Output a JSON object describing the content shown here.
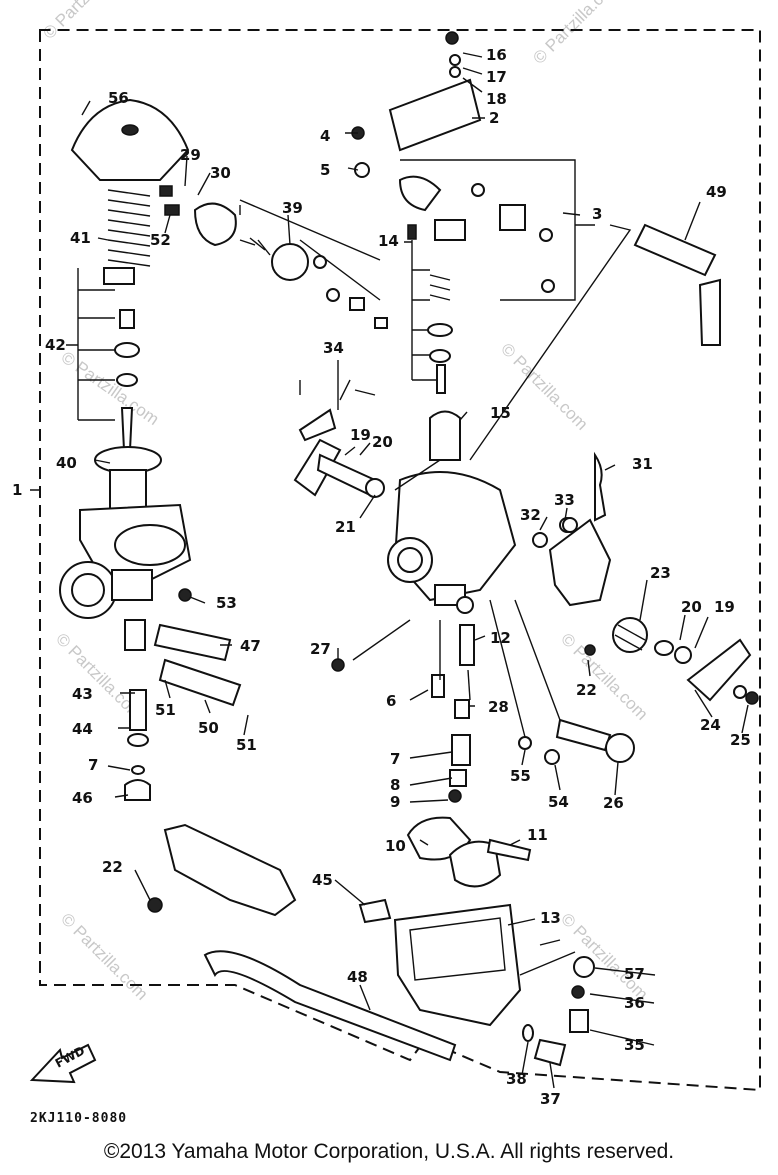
{
  "diagram": {
    "diagram_code": "2KJ110-8080",
    "fwd_label": "FWD",
    "copyright": "©2013 Yamaha Motor Corporation, U.S.A. All rights reserved.",
    "watermark": "© Partzilla.com",
    "callouts": [
      {
        "id": "c16",
        "label": "16"
      },
      {
        "id": "c17",
        "label": "17"
      },
      {
        "id": "c18",
        "label": "18"
      },
      {
        "id": "c2",
        "label": "2"
      },
      {
        "id": "c4",
        "label": "4"
      },
      {
        "id": "c5",
        "label": "5"
      },
      {
        "id": "c3",
        "label": "3"
      },
      {
        "id": "c49",
        "label": "49"
      },
      {
        "id": "c56",
        "label": "56"
      },
      {
        "id": "c29",
        "label": "29"
      },
      {
        "id": "c30",
        "label": "30"
      },
      {
        "id": "c52",
        "label": "52"
      },
      {
        "id": "c39",
        "label": "39"
      },
      {
        "id": "c41",
        "label": "41"
      },
      {
        "id": "c14",
        "label": "14"
      },
      {
        "id": "c42",
        "label": "42"
      },
      {
        "id": "c34",
        "label": "34"
      },
      {
        "id": "c15",
        "label": "15"
      },
      {
        "id": "c19a",
        "label": "19"
      },
      {
        "id": "c20a",
        "label": "20"
      },
      {
        "id": "c40",
        "label": "40"
      },
      {
        "id": "c1",
        "label": "1"
      },
      {
        "id": "c21",
        "label": "21"
      },
      {
        "id": "c31",
        "label": "31"
      },
      {
        "id": "c32",
        "label": "32"
      },
      {
        "id": "c33",
        "label": "33"
      },
      {
        "id": "c53",
        "label": "53"
      },
      {
        "id": "c23",
        "label": "23"
      },
      {
        "id": "c20b",
        "label": "20"
      },
      {
        "id": "c19b",
        "label": "19"
      },
      {
        "id": "c47",
        "label": "47"
      },
      {
        "id": "c27",
        "label": "27"
      },
      {
        "id": "c12",
        "label": "12"
      },
      {
        "id": "c22a",
        "label": "22"
      },
      {
        "id": "c43",
        "label": "43"
      },
      {
        "id": "c51a",
        "label": "51"
      },
      {
        "id": "c6",
        "label": "6"
      },
      {
        "id": "c28",
        "label": "28"
      },
      {
        "id": "c24",
        "label": "24"
      },
      {
        "id": "c25",
        "label": "25"
      },
      {
        "id": "c50",
        "label": "50"
      },
      {
        "id": "c44",
        "label": "44"
      },
      {
        "id": "c51b",
        "label": "51"
      },
      {
        "id": "c7a",
        "label": "7"
      },
      {
        "id": "c7b",
        "label": "7"
      },
      {
        "id": "c8",
        "label": "8"
      },
      {
        "id": "c55",
        "label": "55"
      },
      {
        "id": "c46",
        "label": "46"
      },
      {
        "id": "c54",
        "label": "54"
      },
      {
        "id": "c26",
        "label": "26"
      },
      {
        "id": "c9",
        "label": "9"
      },
      {
        "id": "c10",
        "label": "10"
      },
      {
        "id": "c11",
        "label": "11"
      },
      {
        "id": "c22b",
        "label": "22"
      },
      {
        "id": "c45",
        "label": "45"
      },
      {
        "id": "c13",
        "label": "13"
      },
      {
        "id": "c57",
        "label": "57"
      },
      {
        "id": "c48",
        "label": "48"
      },
      {
        "id": "c36",
        "label": "36"
      },
      {
        "id": "c35",
        "label": "35"
      },
      {
        "id": "c38",
        "label": "38"
      },
      {
        "id": "c37",
        "label": "37"
      }
    ]
  }
}
